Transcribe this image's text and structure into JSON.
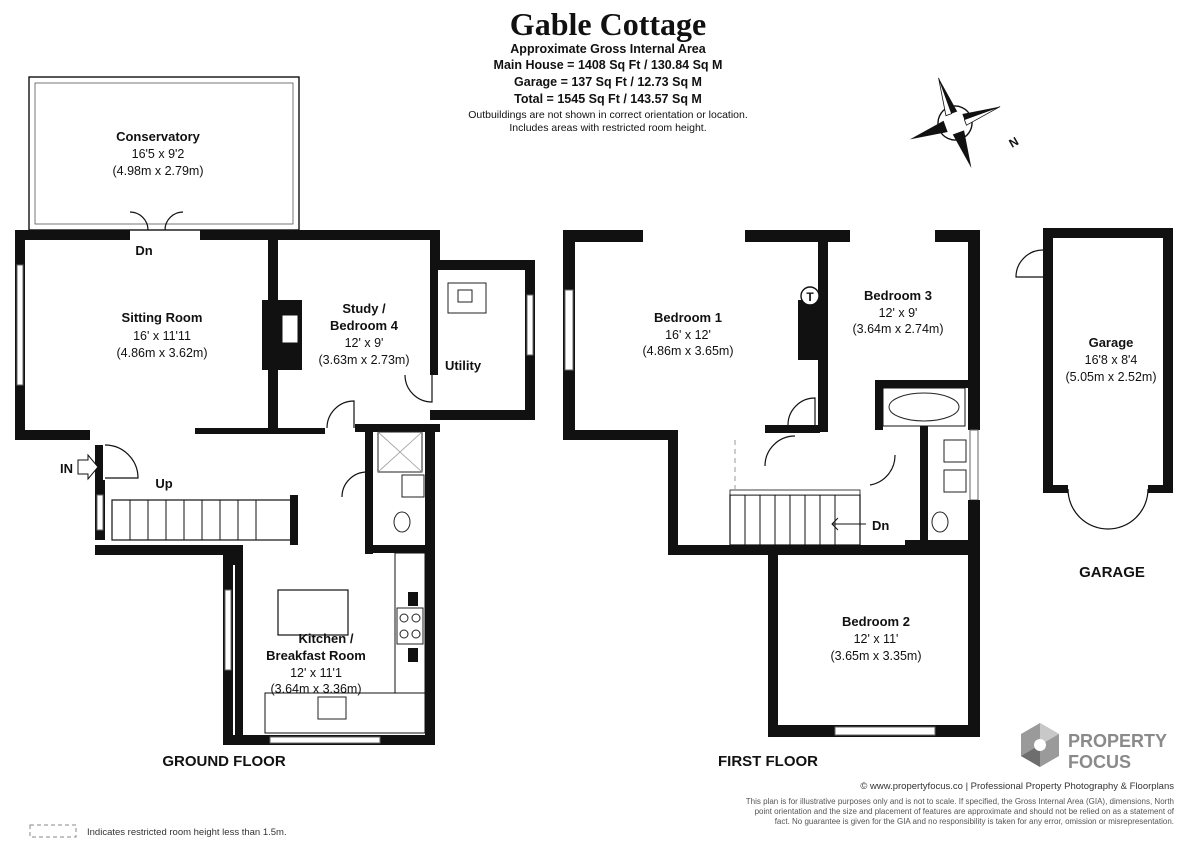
{
  "header": {
    "title": "Gable Cottage",
    "line1": "Approximate Gross Internal Area",
    "line2": "Main House = 1408 Sq Ft / 130.84 Sq M",
    "line3": "Garage = 137 Sq Ft / 12.73 Sq M",
    "line4": "Total = 1545 Sq Ft / 143.57 Sq M",
    "note1": "Outbuildings are not shown in correct orientation or location.",
    "note2": "Includes areas with restricted room height."
  },
  "compass": {
    "label": "N"
  },
  "ground_floor": {
    "label": "GROUND FLOOR",
    "rooms": {
      "conservatory": {
        "name": "Conservatory",
        "dim_imp": "16'5 x 9'2",
        "dim_met": "(4.98m x 2.79m)"
      },
      "sitting": {
        "name": "Sitting Room",
        "dim_imp": "16' x 11'11",
        "dim_met": "(4.86m x 3.62m)"
      },
      "study": {
        "name1": "Study /",
        "name2": "Bedroom 4",
        "dim_imp": "12' x 9'",
        "dim_met": "(3.63m x 2.73m)"
      },
      "utility": {
        "name": "Utility"
      },
      "kitchen": {
        "name1": "Kitchen /",
        "name2": "Breakfast Room",
        "dim_imp": "12' x 11'1",
        "dim_met": "(3.64m x 3.36m)"
      }
    },
    "labels": {
      "dn": "Dn",
      "up": "Up",
      "in": "IN"
    }
  },
  "first_floor": {
    "label": "FIRST FLOOR",
    "rooms": {
      "bed1": {
        "name": "Bedroom 1",
        "dim_imp": "16' x 12'",
        "dim_met": "(4.86m x 3.65m)"
      },
      "bed3": {
        "name": "Bedroom 3",
        "dim_imp": "12' x 9'",
        "dim_met": "(3.64m x 2.74m)"
      },
      "bed2": {
        "name": "Bedroom 2",
        "dim_imp": "12' x 11'",
        "dim_met": "(3.65m x 3.35m)"
      }
    },
    "labels": {
      "dn": "Dn",
      "tank": "T"
    }
  },
  "garage": {
    "label": "GARAGE",
    "room": {
      "name": "Garage",
      "dim_imp": "16'8 x 8'4",
      "dim_met": "(5.05m x 2.52m)"
    }
  },
  "brand": {
    "line1": "PROPERTY",
    "line2": "FOCUS"
  },
  "credit": "© www.propertyfocus.co | Professional Property Photography & Floorplans",
  "disclaimer": {
    "line1": "This plan is for illustrative purposes only and is not to scale. If specified, the Gross Internal Area (GIA), dimensions, North",
    "line2": "point orientation and the size and placement of features are approximate and should not be relied on as a statement of",
    "line3": "fact. No guarantee is given for the GIA and no responsibility is taken for any error, omission or misrepresentation."
  },
  "legend": {
    "text": "Indicates restricted room height less than 1.5m."
  }
}
